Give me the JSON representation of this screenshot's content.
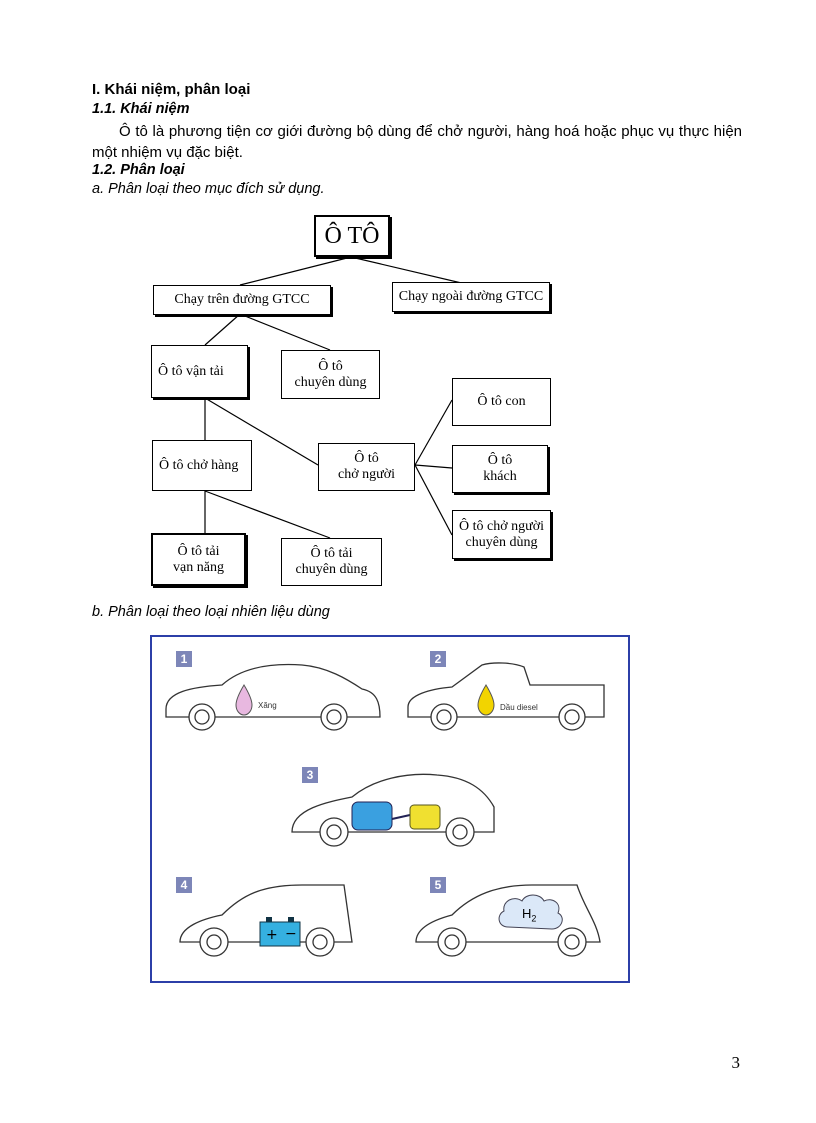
{
  "section": {
    "title": "I. Khái niệm, phân loại",
    "concept_heading": "1.1. Khái niệm",
    "concept_text": "Ô tô là phương tiện cơ giới đường bộ dùng để chở người, hàng hoá hoặc phục vụ thực hiện một nhiệm vụ đặc biệt.",
    "classify_heading": "1.2. Phân loại",
    "by_purpose": "a. Phân loại theo mục đích sử dụng.",
    "by_fuel": "b. Phân loại theo loại nhiên liệu dùng"
  },
  "diagram": {
    "root": "Ô TÔ",
    "on_road": "Chạy trên đường GTCC",
    "off_road": "Chạy ngoài đường GTCC",
    "transport": "Ô tô vận tải",
    "special_line1": "Ô tô",
    "special_line2": "chuyên dùng",
    "cargo": "Ô tô chở hàng",
    "passenger_line1": "Ô tô",
    "passenger_line2": "chở người",
    "car": "Ô tô con",
    "bus_line1": "Ô tô",
    "bus_line2": "khách",
    "special_passenger_line1": "Ô tô chở người",
    "special_passenger_line2": "chuyên dùng",
    "truck_general_line1": "Ô tô tải",
    "truck_general_line2": "vạn năng",
    "truck_special_line1": "Ô tô tải",
    "truck_special_line2": "chuyên dùng"
  },
  "fuel": {
    "items": [
      {
        "num": "1",
        "label": "Xăng"
      },
      {
        "num": "2",
        "label": "Dầu diesel"
      },
      {
        "num": "3",
        "label": ""
      },
      {
        "num": "4",
        "label": ""
      },
      {
        "num": "5",
        "label": ""
      }
    ],
    "h2_text": "H",
    "h2_sub": "2",
    "colors": {
      "border": "#2c3fa8",
      "badge": "#7d86b8",
      "petrol": "#e8b8e0",
      "diesel": "#f2d400",
      "motor": "#3aa0e0",
      "engine": "#f0e030",
      "battery": "#35b0e0",
      "hydrogen": "#dbe8f8"
    }
  },
  "page_number": "3"
}
